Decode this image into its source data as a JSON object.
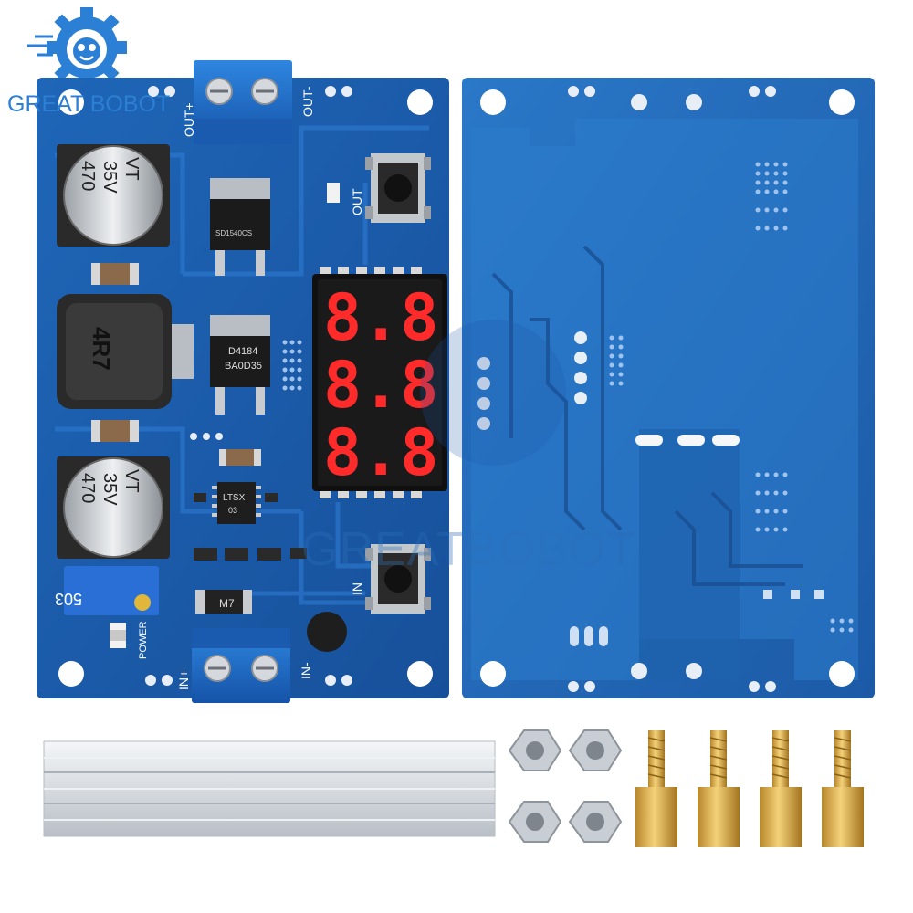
{
  "brand": {
    "logo_text": "GREAT BOBOT",
    "watermark_text": "GREATBOBOT",
    "color": "#2b7fd4"
  },
  "board_front": {
    "terminal_out_pos": "OUT+",
    "terminal_out_neg": "OUT-",
    "terminal_in_pos": "IN+",
    "terminal_in_neg": "IN-",
    "button_out_label": "OUT",
    "button_in_label": "IN",
    "power_led_label": "POWER",
    "capacitor_top": [
      "VT",
      "35V",
      "470"
    ],
    "capacitor_bottom": [
      "VT",
      "35V",
      "470"
    ],
    "inductor_label": "4R7",
    "regulator_label": [
      "D4184",
      "BA0D35"
    ],
    "diode_label": "SD1540CS",
    "ic_label": [
      "LTSX",
      "03"
    ],
    "pot_label": "503",
    "diode_small_label": "M7",
    "display_digits": [
      "8.8",
      "8.8",
      "8.8"
    ],
    "pcb_color": "#1d5fae",
    "display_color": "#ff2b2b"
  },
  "accessories": {
    "heatsink_count": 1,
    "nut_count": 4,
    "standoff_count": 4
  }
}
